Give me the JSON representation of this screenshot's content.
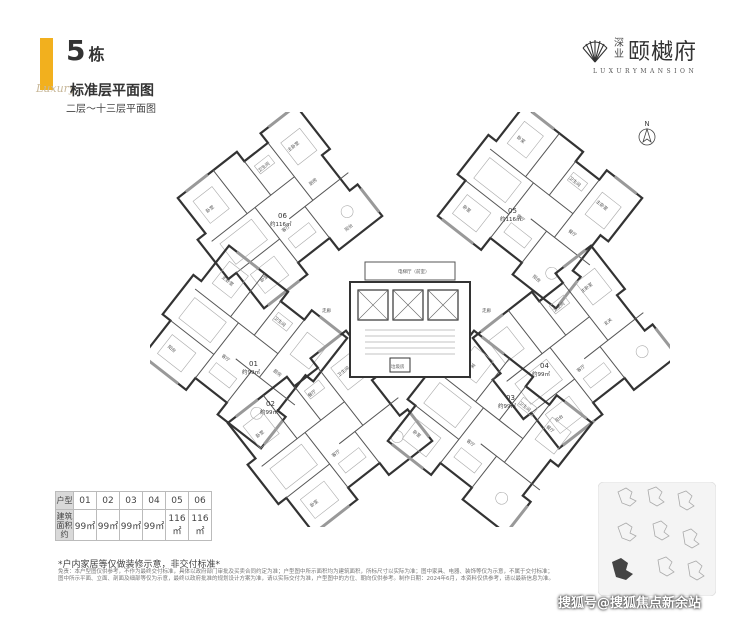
{
  "header": {
    "building_number": "5",
    "building_unit": "栋",
    "luxury_script": "Luxury",
    "title": "标准层平面图",
    "subtitle": "二层～十三层平面图"
  },
  "brand": {
    "name_sub": "深业",
    "name_main": "颐樾府",
    "name_en": "LUXURYMANSION"
  },
  "compass": {
    "label": "N"
  },
  "units": [
    {
      "id": "01",
      "area": "约99㎡"
    },
    {
      "id": "02",
      "area": "约99㎡"
    },
    {
      "id": "03",
      "area": "约99㎡"
    },
    {
      "id": "04",
      "area": "约99㎡"
    },
    {
      "id": "05",
      "area": "约116㎡"
    },
    {
      "id": "06",
      "area": "约116㎡"
    }
  ],
  "room_labels": {
    "bedroom": "卧室",
    "master_bedroom": "主卧室",
    "bathroom": "卫生间",
    "kitchen": "厨房",
    "dining": "餐厅",
    "living": "客厅",
    "balcony": "阳台",
    "entrance": "玄关",
    "corridor": "走廊",
    "elevator_hall": "电梯厅（前室）",
    "garbage_room": "垃圾房"
  },
  "table": {
    "row1_header": "户型",
    "row2_header": "建筑面积约",
    "types": [
      "01",
      "02",
      "03",
      "04",
      "05",
      "06"
    ],
    "areas": [
      "99㎡",
      "99㎡",
      "99㎡",
      "99㎡",
      "116㎡",
      "116㎡"
    ]
  },
  "notes": {
    "title": "*户内家居等仅做装修示意，非交付标准*",
    "body": "免责：本户型图仅供参考，不作为最终交付标准，具体以政府部门审批及买卖合同约定为准；户型图中所示面积均为建筑面积，所标尺寸以实际为准；图中家具、电器、装饰等仅为示意，不属于交付标准；图中所示平面、立面、剖面及细部等仅为示意，最终以政府批准的规划设计方案为准，请以实际交付为准，户型图中的方位、朝向仅供参考。制作日期：2024年6月，本资料仅供参考，请以最新信息为准。"
  },
  "watermark": "搜狐号@搜狐焦点新余站",
  "colors": {
    "accent": "#f2b01e",
    "wall": "#333333",
    "muted": "#888888"
  }
}
